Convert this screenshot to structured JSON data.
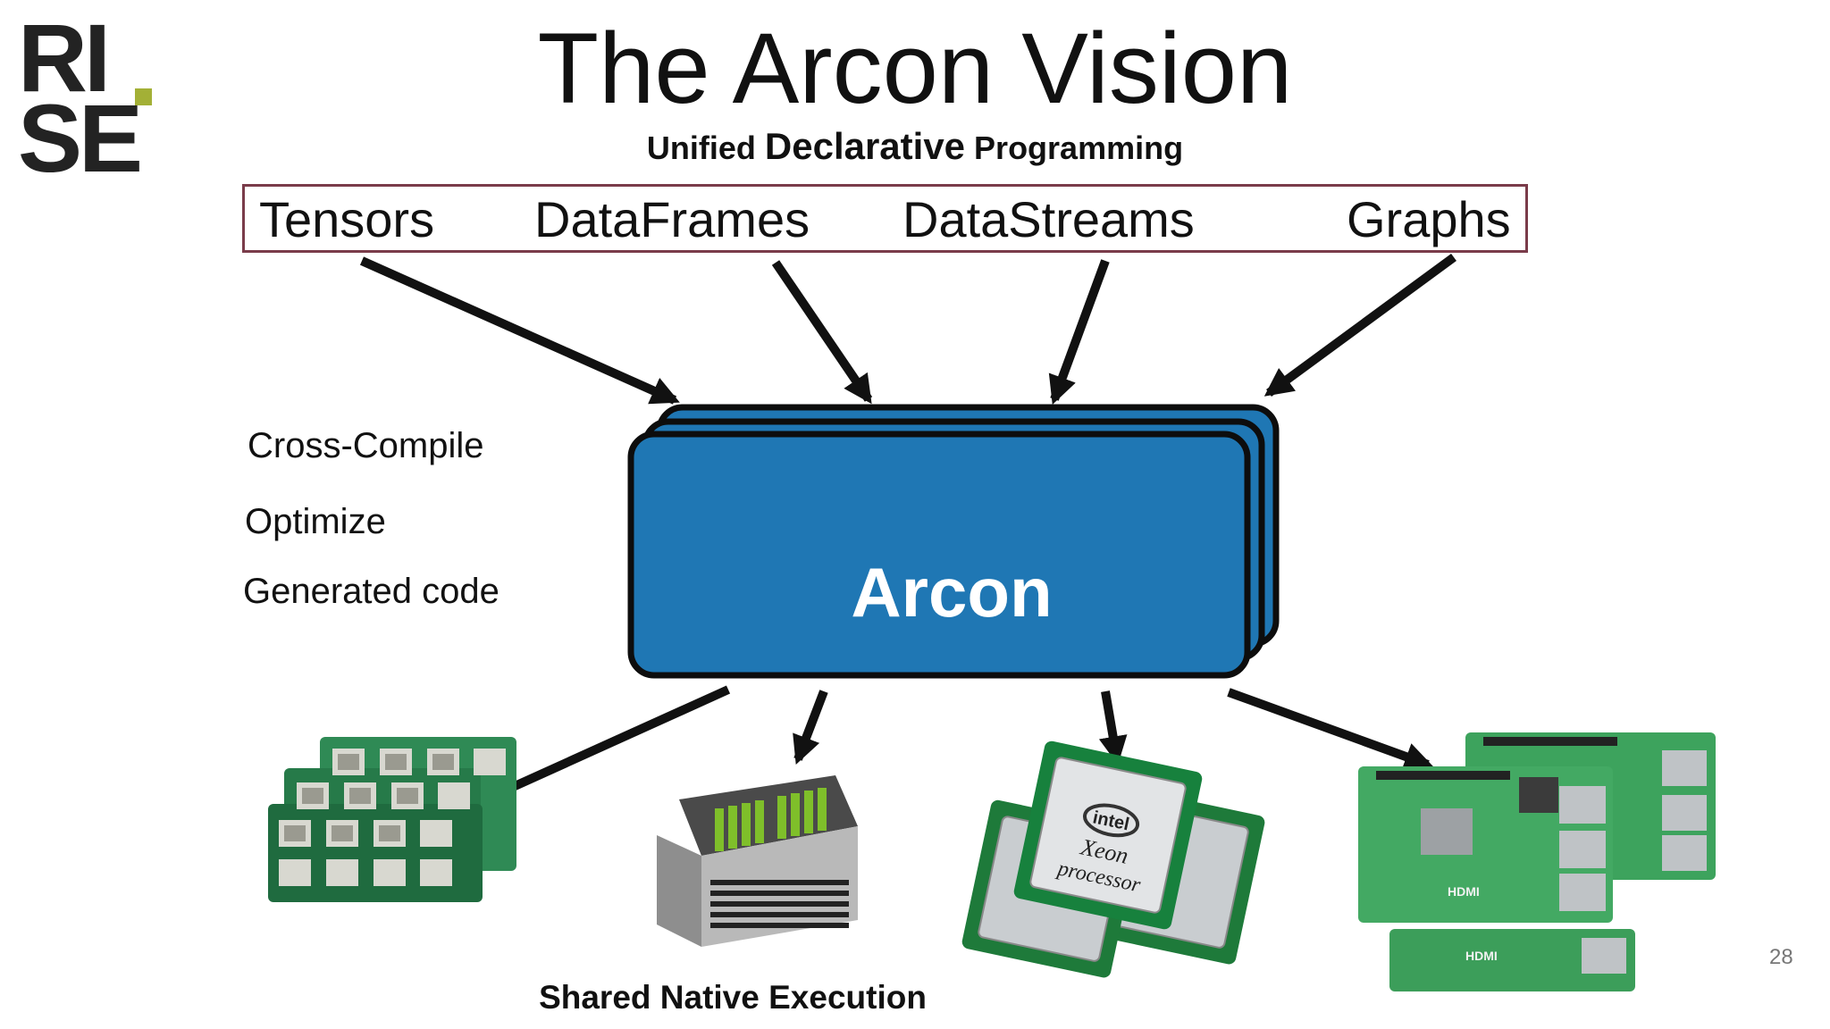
{
  "logo": {
    "line1": "RI",
    "line2": "SE",
    "dot_color": "#a3b036"
  },
  "title": "The Arcon Vision",
  "subtitle": {
    "part1": "Unified ",
    "part2": "Declarative",
    "part3": " Programming"
  },
  "top_items": [
    "Tensors",
    "DataFrames",
    "DataStreams",
    "Graphs"
  ],
  "side_labels": [
    "Cross-Compile",
    "Optimize",
    "Generated code"
  ],
  "core": {
    "label": "Arcon",
    "fill_color": "#1f77b4"
  },
  "box_border_color": "#7a3c4a",
  "bottom_label": "Shared Native Execution",
  "hardware_targets": [
    {
      "name": "tpu-boards-image"
    },
    {
      "name": "gpu-server-image"
    },
    {
      "name": "cpu-processors-image",
      "chip_text_line1": "intel",
      "chip_text_line2": "Xeon",
      "chip_text_line3": "processor"
    },
    {
      "name": "raspberry-pi-boards-image",
      "board_text": "HDMI"
    }
  ],
  "page_number": "28"
}
